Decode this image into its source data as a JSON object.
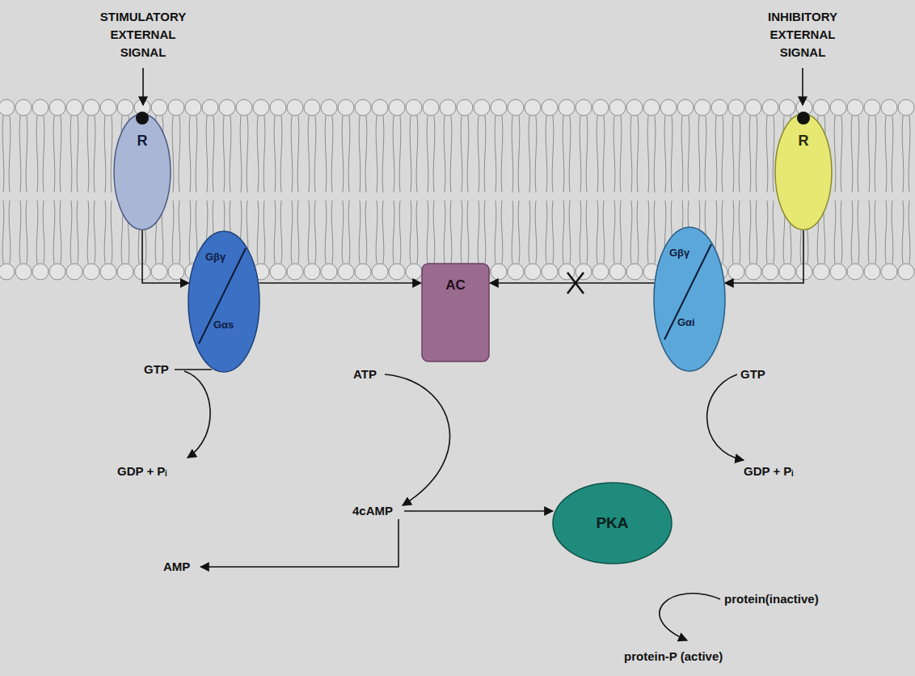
{
  "diagram": {
    "nodes": [
      {
        "text": [
          "R"
        ]
      },
      {
        "text": [
          "Gβγ",
          "Gαs"
        ]
      },
      {
        "text": [
          "AC"
        ]
      },
      {
        "text": [
          "Gβγ",
          "Gαi"
        ]
      },
      {
        "text": [
          "R"
        ]
      },
      {
        "text": [
          "PKA"
        ]
      }
    ],
    "edges": [
      {
        "from": 0,
        "to": 1,
        "arrow": "to"
      },
      {
        "from": 1,
        "to": 2,
        "arrow": "to"
      },
      {
        "from": 4,
        "to": 3,
        "arrow": "to"
      },
      {
        "from": 3,
        "to": 2,
        "arrow": "to"
      }
    ],
    "labels": [
      "STIMULATORY EXTERNAL SIGNAL",
      "INHIBITORY EXTERNAL SIGNAL",
      "GTP",
      "GDP + Pᵢ",
      "ATP",
      "GTP",
      "GDP + Pᵢ",
      "4cAMP",
      "AMP",
      "protein(inactive)",
      "protein-P (active)"
    ]
  }
}
